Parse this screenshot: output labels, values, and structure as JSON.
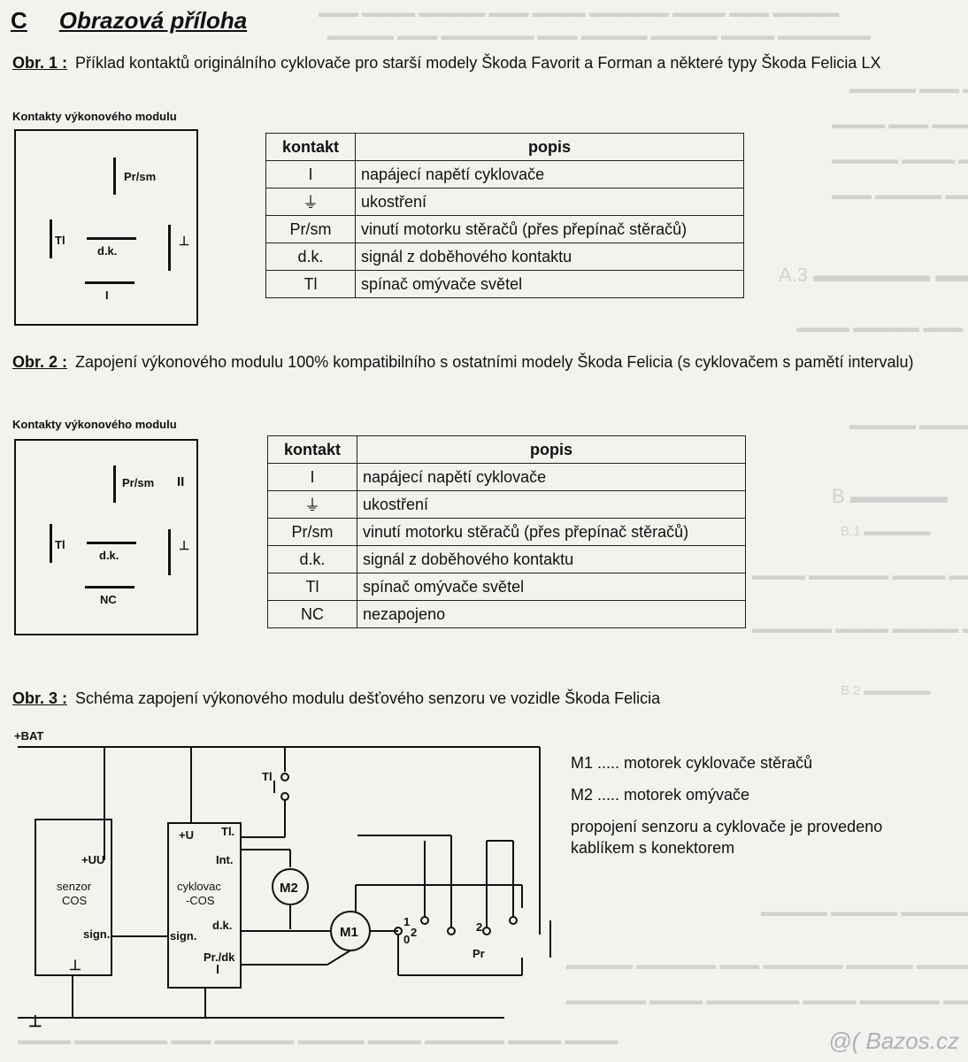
{
  "section": {
    "letter": "C",
    "title": "Obrazová příloha"
  },
  "fig1": {
    "label": "Obr. 1 :",
    "caption": "Příklad kontaktů originálního cyklovače pro starší modely Škoda Favorit a Forman a některé typy Škoda Felicia LX",
    "module_label": "Kontakty výkonového modulu",
    "pins": {
      "prsm": "Pr/sm",
      "tl": "Tl",
      "dk": "d.k.",
      "i": "I",
      "gnd": "⊥"
    },
    "table": {
      "headers": [
        "kontakt",
        "popis"
      ],
      "rows": [
        [
          "I",
          "napájecí napětí cyklovače"
        ],
        [
          "⏚",
          "ukostření"
        ],
        [
          "Pr/sm",
          "vinutí motorku stěračů (přes přepínač stěračů)"
        ],
        [
          "d.k.",
          "signál z doběhového kontaktu"
        ],
        [
          "Tl",
          "spínač omývače světel"
        ]
      ]
    }
  },
  "fig2": {
    "label": "Obr. 2 :",
    "caption": "Zapojení výkonového modulu 100% kompatibilního s ostatními modely Škoda Felicia (s cyklovačem s pamětí intervalu)",
    "module_label": "Kontakty výkonového modulu",
    "pins": {
      "prsm": "Pr/sm",
      "ii": "II",
      "tl": "Tl",
      "dk": "d.k.",
      "nc": "NC",
      "gnd": "⊥"
    },
    "table": {
      "headers": [
        "kontakt",
        "popis"
      ],
      "rows": [
        [
          "I",
          "napájecí napětí cyklovače"
        ],
        [
          "⏚",
          "ukostření"
        ],
        [
          "Pr/sm",
          "vinutí motorku stěračů (přes přepínač stěračů)"
        ],
        [
          "d.k.",
          "signál z doběhového kontaktu"
        ],
        [
          "Tl",
          "spínač omývače světel"
        ],
        [
          "NC",
          "nezapojeno"
        ]
      ]
    }
  },
  "fig3": {
    "label": "Obr. 3 :",
    "caption": "Schéma zapojení výkonového modulu dešťového senzoru ve vozidle Škoda Felicia",
    "legend": {
      "m1": "M1 ..... motorek cyklovače stěračů",
      "m2": "M2 ..... motorek omývače",
      "note": "propojení senzoru a cyklovače je provedeno kablíkem s konektorem"
    },
    "schematic": {
      "bat": "+BAT",
      "ground": "⊥",
      "sensor_title": "senzor\nCOS",
      "sensor_uu": "+UU",
      "sensor_sign": "sign.",
      "sensor_gnd": "⊥",
      "cycler_title": "cyklovac\n-COS",
      "cycler_u": "+U",
      "cycler_tl": "Tl.",
      "cycler_int": "Int.",
      "cycler_sign": "sign.",
      "cycler_dk": "d.k.",
      "cycler_prdk": "Pr./dk",
      "switch_tl": "Tl",
      "m1": "M1",
      "m2": "M2",
      "pr": "Pr",
      "n1": "1",
      "n2": "2",
      "n0": "0"
    }
  },
  "watermark": "Bazos.cz"
}
